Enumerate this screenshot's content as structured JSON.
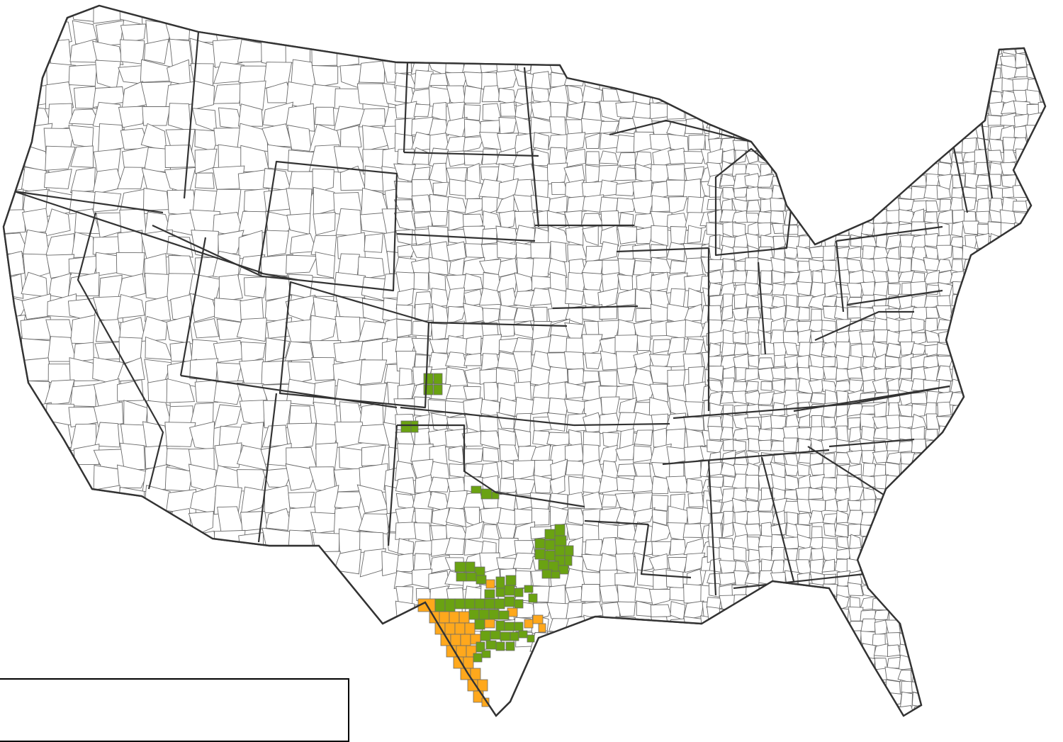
{
  "map": {
    "colors": {
      "background": "#ffffff",
      "county_fill": "#ffffff",
      "county_border": "#6a6a6a",
      "state_border": "#333333",
      "category_green": "#6aa212",
      "category_orange": "#ffa81c"
    },
    "highlight_regions": {
      "green": [
        "southeast-colorado",
        "northeast-new-mexico",
        "north-central-texas",
        "central-texas-hill-country",
        "south-texas-brush-country"
      ],
      "orange": [
        "rio-grande-border-texas",
        "south-central-texas-scattered"
      ]
    }
  },
  "legend": {
    "title": "",
    "items": []
  }
}
